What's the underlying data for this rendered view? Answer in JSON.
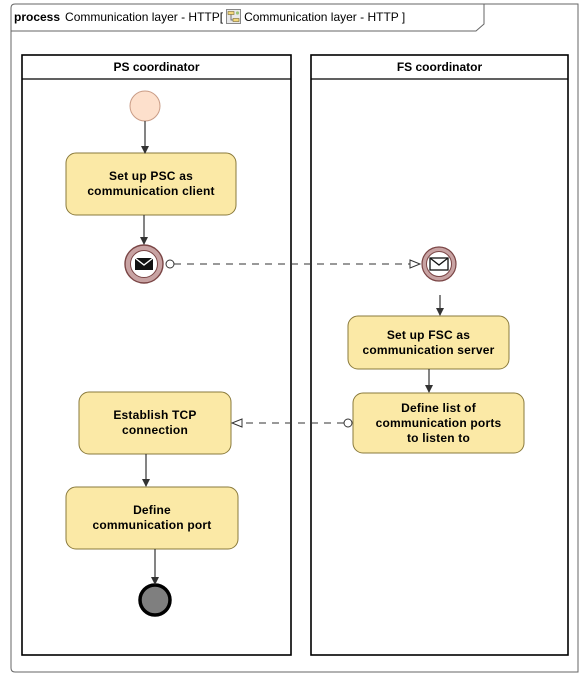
{
  "frame": {
    "keyword": "process",
    "name": "Communication layer - HTTP",
    "bracket_open": "[",
    "diagram_ref": "Communication layer - HTTP",
    "bracket_close": "]",
    "diagram_icon": "activity-diagram-icon"
  },
  "lanes": [
    {
      "label": "PS coordinator"
    },
    {
      "label": "FS coordinator"
    }
  ],
  "tasks": {
    "setup_psc": {
      "line1": "Set up PSC as",
      "line2": "communication client"
    },
    "setup_fsc": {
      "line1": "Set up FSC as",
      "line2": "communication server"
    },
    "define_ports": {
      "line1": "Define list of",
      "line2": "communication ports",
      "line3": "to listen to"
    },
    "establish_tcp": {
      "line1": "Establish TCP",
      "line2": "connection"
    },
    "define_port": {
      "line1": "Define",
      "line2": "communication port"
    }
  },
  "events": {
    "start": "start-event",
    "send_message": "envelope-icon",
    "receive_message": "envelope-icon",
    "end": "end-event"
  },
  "colors": {
    "task_fill": "#fbe9a6",
    "task_stroke": "#8a7a3c",
    "start_fill": "#fde0cc",
    "start_stroke": "#c99c86",
    "message_ring": "#c8a3a3",
    "message_border": "#7a4545",
    "end_fill": "#7f7f7f",
    "line": "#333333"
  }
}
